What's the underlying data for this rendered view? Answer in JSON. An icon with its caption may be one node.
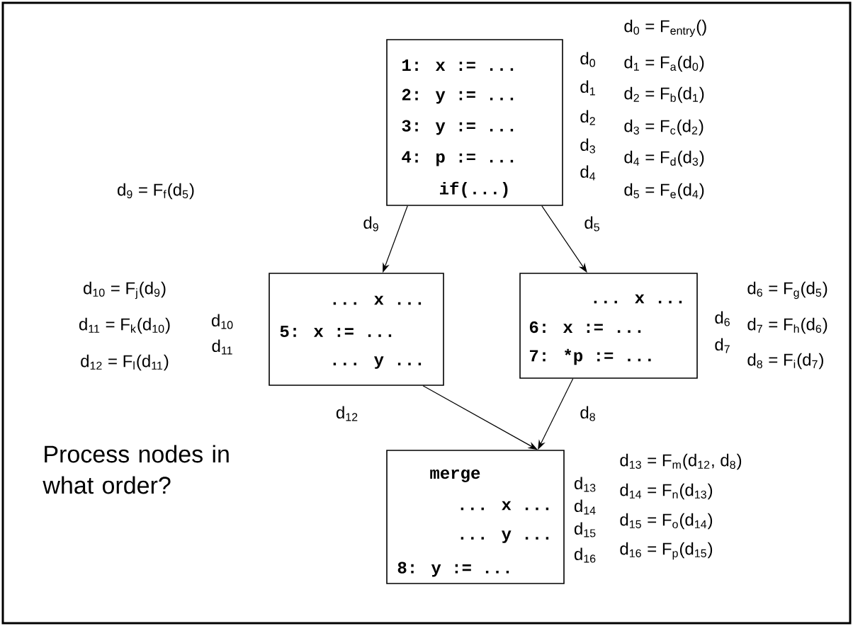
{
  "diagram": {
    "nodes": [
      {
        "text": [
          "1: x := ...",
          "2: y := ...",
          "3: y := ...",
          "4: p := ...",
          "if(...)"
        ]
      },
      {
        "text": [
          "... x ...",
          "5: x := ...",
          "... y ..."
        ]
      },
      {
        "text": [
          "... x ...",
          "6: x := ...",
          "7: *p := ..."
        ]
      },
      {
        "text": [
          "merge",
          "... x ...",
          "... y ...",
          "8: y := ..."
        ]
      }
    ],
    "edges": [
      {
        "from": 0,
        "to": 1,
        "arrow": "to",
        "label": "d$_{9}$"
      },
      {
        "from": 0,
        "to": 2,
        "arrow": "to",
        "label": "d$_{5}$"
      },
      {
        "from": 1,
        "to": 3,
        "arrow": "to",
        "label": "d$_{12}$"
      },
      {
        "from": 2,
        "to": 3,
        "arrow": "to",
        "label": "d$_{8}$"
      }
    ],
    "labels": [
      "d$_{0}$ = F$_{entry}$()",
      "d$_{0}$",
      "d$_{1}$ = F$_{a}$(d$_{0}$)",
      "d$_{1}$",
      "d$_{2}$ = F$_{b}$(d$_{1}$)",
      "d$_{2}$",
      "d$_{3}$ = F$_{c}$(d$_{2}$)",
      "d$_{3}$",
      "d$_{4}$ = F$_{d}$(d$_{3}$)",
      "d$_{4}$",
      "d$_{5}$ = F$_{e}$(d$_{4}$)",
      "d$_{9}$ = F$_{f}$(d$_{5}$)",
      "d$_{10}$ = F$_{j}$(d$_{9}$)",
      "d$_{6}$ = F$_{g}$(d$_{5}$)",
      "d$_{10}$",
      "d$_{11}$ = F$_{k}$(d$_{10}$)",
      "d$_{6}$",
      "d$_{7}$ = F$_{h}$(d$_{6}$)",
      "d$_{11}$",
      "d$_{7}$",
      "d$_{12}$ = F$_{l}$(d$_{11}$)",
      "d$_{8}$ = F$_{i}$(d$_{7}$)",
      "Process nodes in what order?",
      "d$_{13}$ = F$_{m}$(d$_{12}$, d$_{8}$)",
      "d$_{13}$",
      "d$_{14}$ = F$_{n}$(d$_{13}$)",
      "d$_{14}$",
      "d$_{15}$ = F$_{o}$(d$_{14}$)",
      "d$_{15}$",
      "d$_{16}$ = F$_{p}$(d$_{15}$)",
      "d$_{16}$"
    ]
  }
}
